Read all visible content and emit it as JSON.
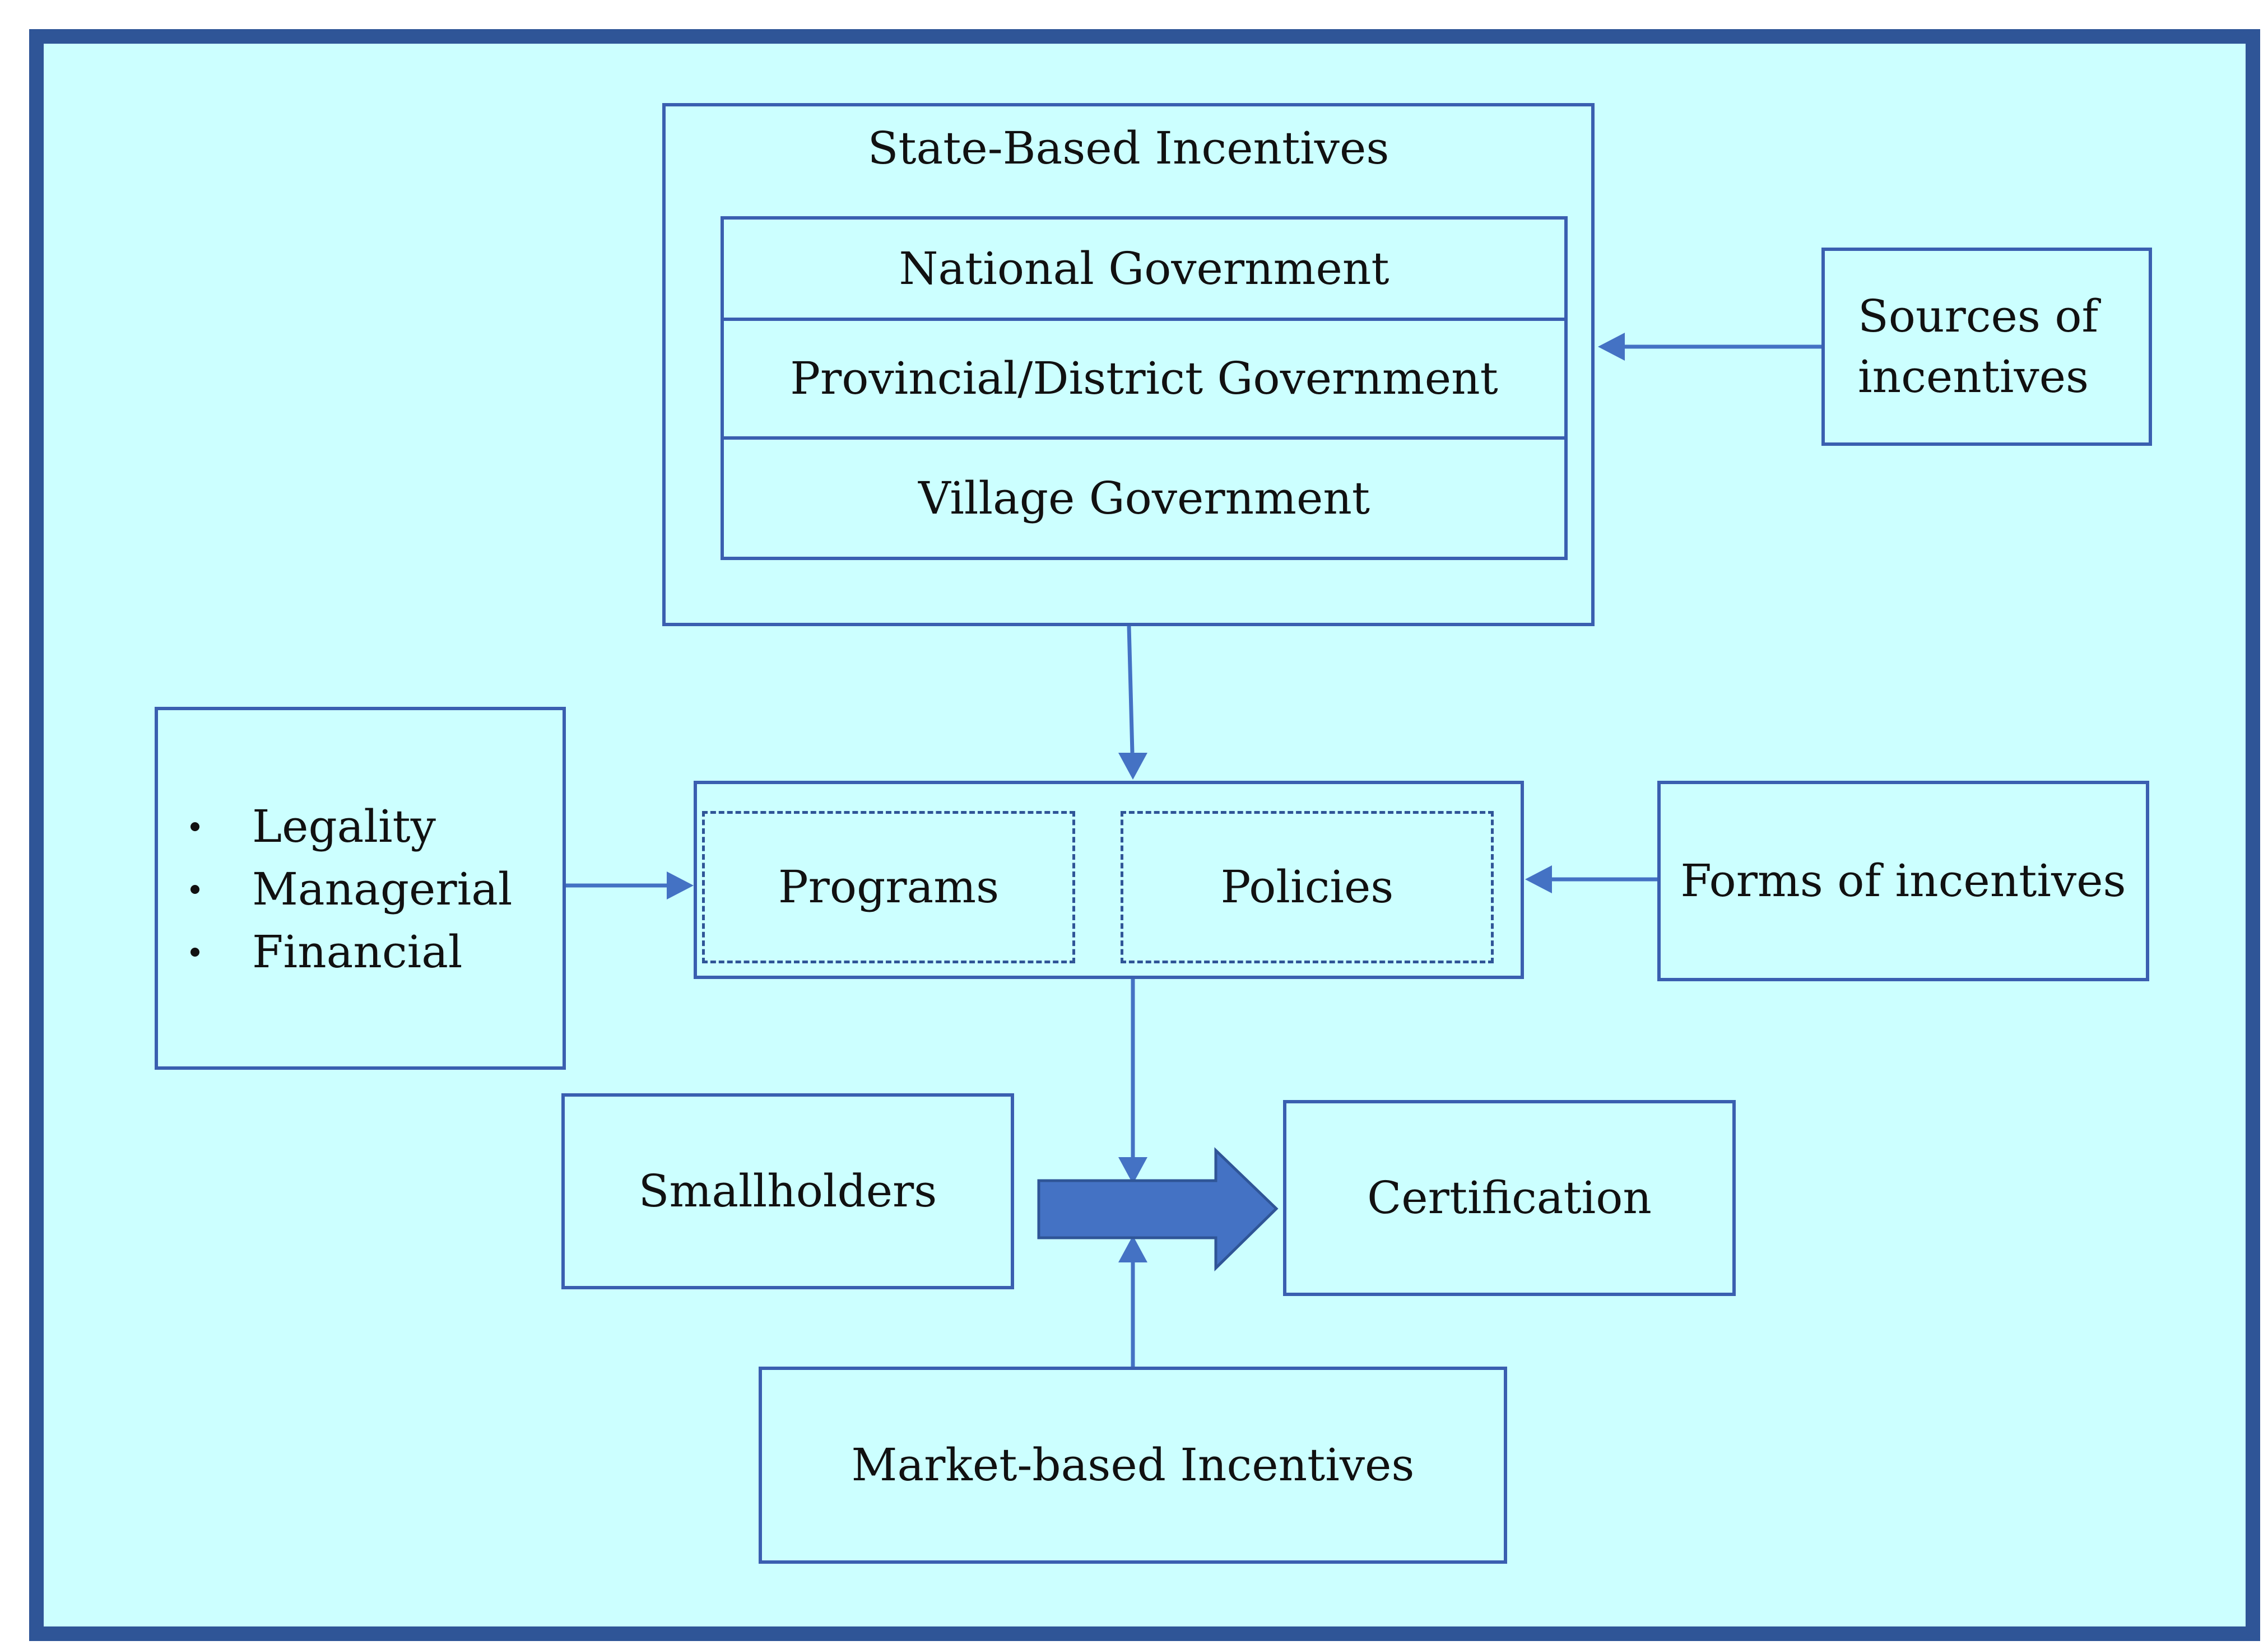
{
  "diagram": {
    "state_based": {
      "title": "State-Based Incentives",
      "levels": [
        "National Government",
        "Provincial/District Government",
        "Village Government"
      ]
    },
    "sources": {
      "label_line1": "Sources of",
      "label_line2": "incentives"
    },
    "criteria": {
      "items": [
        "Legality",
        "Managerial",
        "Financial"
      ]
    },
    "forms": {
      "programs": "Programs",
      "policies": "Policies",
      "label": "Forms of incentives"
    },
    "smallholders": "Smallholders",
    "certification": "Certification",
    "market_based": "Market-based Incentives",
    "colors": {
      "border": "#2f5597",
      "line": "#3a5fb0",
      "fill": "#ccffff",
      "big_arrow": "#4472c4"
    }
  }
}
